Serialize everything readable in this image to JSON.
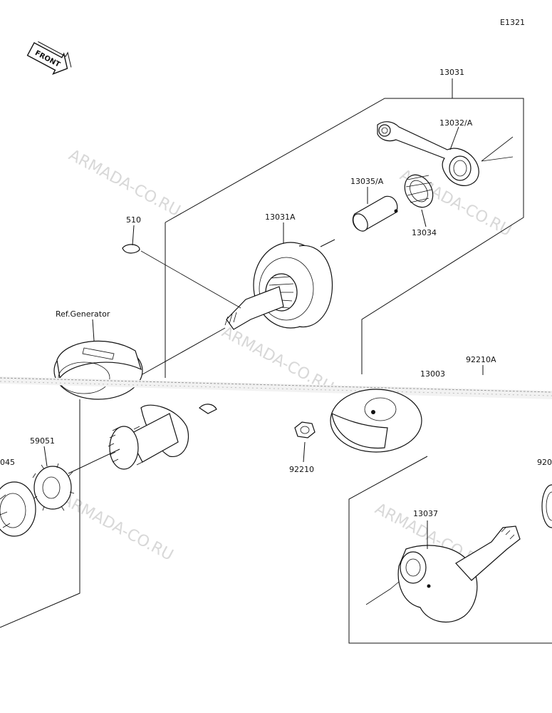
{
  "diagram_code": "E1321",
  "front_label": "FRONT",
  "watermarks": [
    "ARMADA-CO.RU",
    "ARMADA-CO.RU",
    "ARMADA-CO.RU",
    "ARMADA-CO.RU",
    "ARMADA-CO.RU"
  ],
  "callouts": {
    "p13031": "13031",
    "p13032": "13032/A",
    "p13035": "13035/A",
    "p13034": "13034",
    "p13031A": "13031A",
    "p510": "510",
    "ref_generator": "Ref.Generator",
    "p92210A": "92210A",
    "p13003": "13003",
    "p59051": "59051",
    "p045": "045",
    "p92210": "92210",
    "p920": "920",
    "p13037": "13037"
  }
}
